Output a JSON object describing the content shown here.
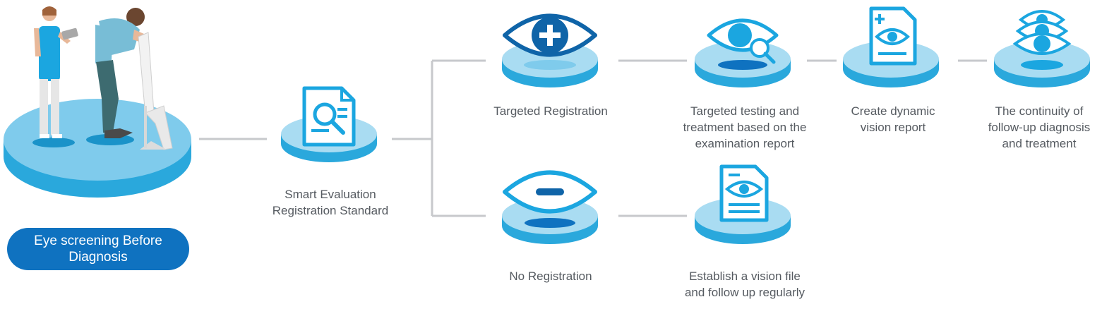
{
  "start": {
    "label": "Eye screening Before\nDiagnosis"
  },
  "steps": {
    "evaluation": "Smart Evaluation\nRegistration Standard",
    "targeted_registration": "Targeted Registration",
    "targeted_testing": "Targeted testing and\ntreatment based on the\nexamination report",
    "dynamic_report": "Create dynamic\nvision report",
    "continuity": "The continuity of\nfollow-up diagnosis\nand treatment",
    "no_registration": "No Registration",
    "vision_file": "Establish a vision file\nand follow up regularly"
  },
  "icons": {
    "evaluation": "document-magnifier-icon",
    "targeted_registration": "eye-plus-icon",
    "targeted_testing": "eye-magnifier-icon",
    "dynamic_report": "medical-report-eye-icon",
    "continuity": "stacked-eyes-icon",
    "no_registration": "eye-minus-icon",
    "vision_file": "document-eye-icon"
  },
  "colors": {
    "platform_top": "#a9dcf2",
    "platform_side": "#2aa8dc",
    "accent_blue": "#1ba6e0",
    "dark_blue": "#0f64a8",
    "connector": "#c7c9cc",
    "text": "#555a60",
    "pill": "#0f72c0"
  }
}
